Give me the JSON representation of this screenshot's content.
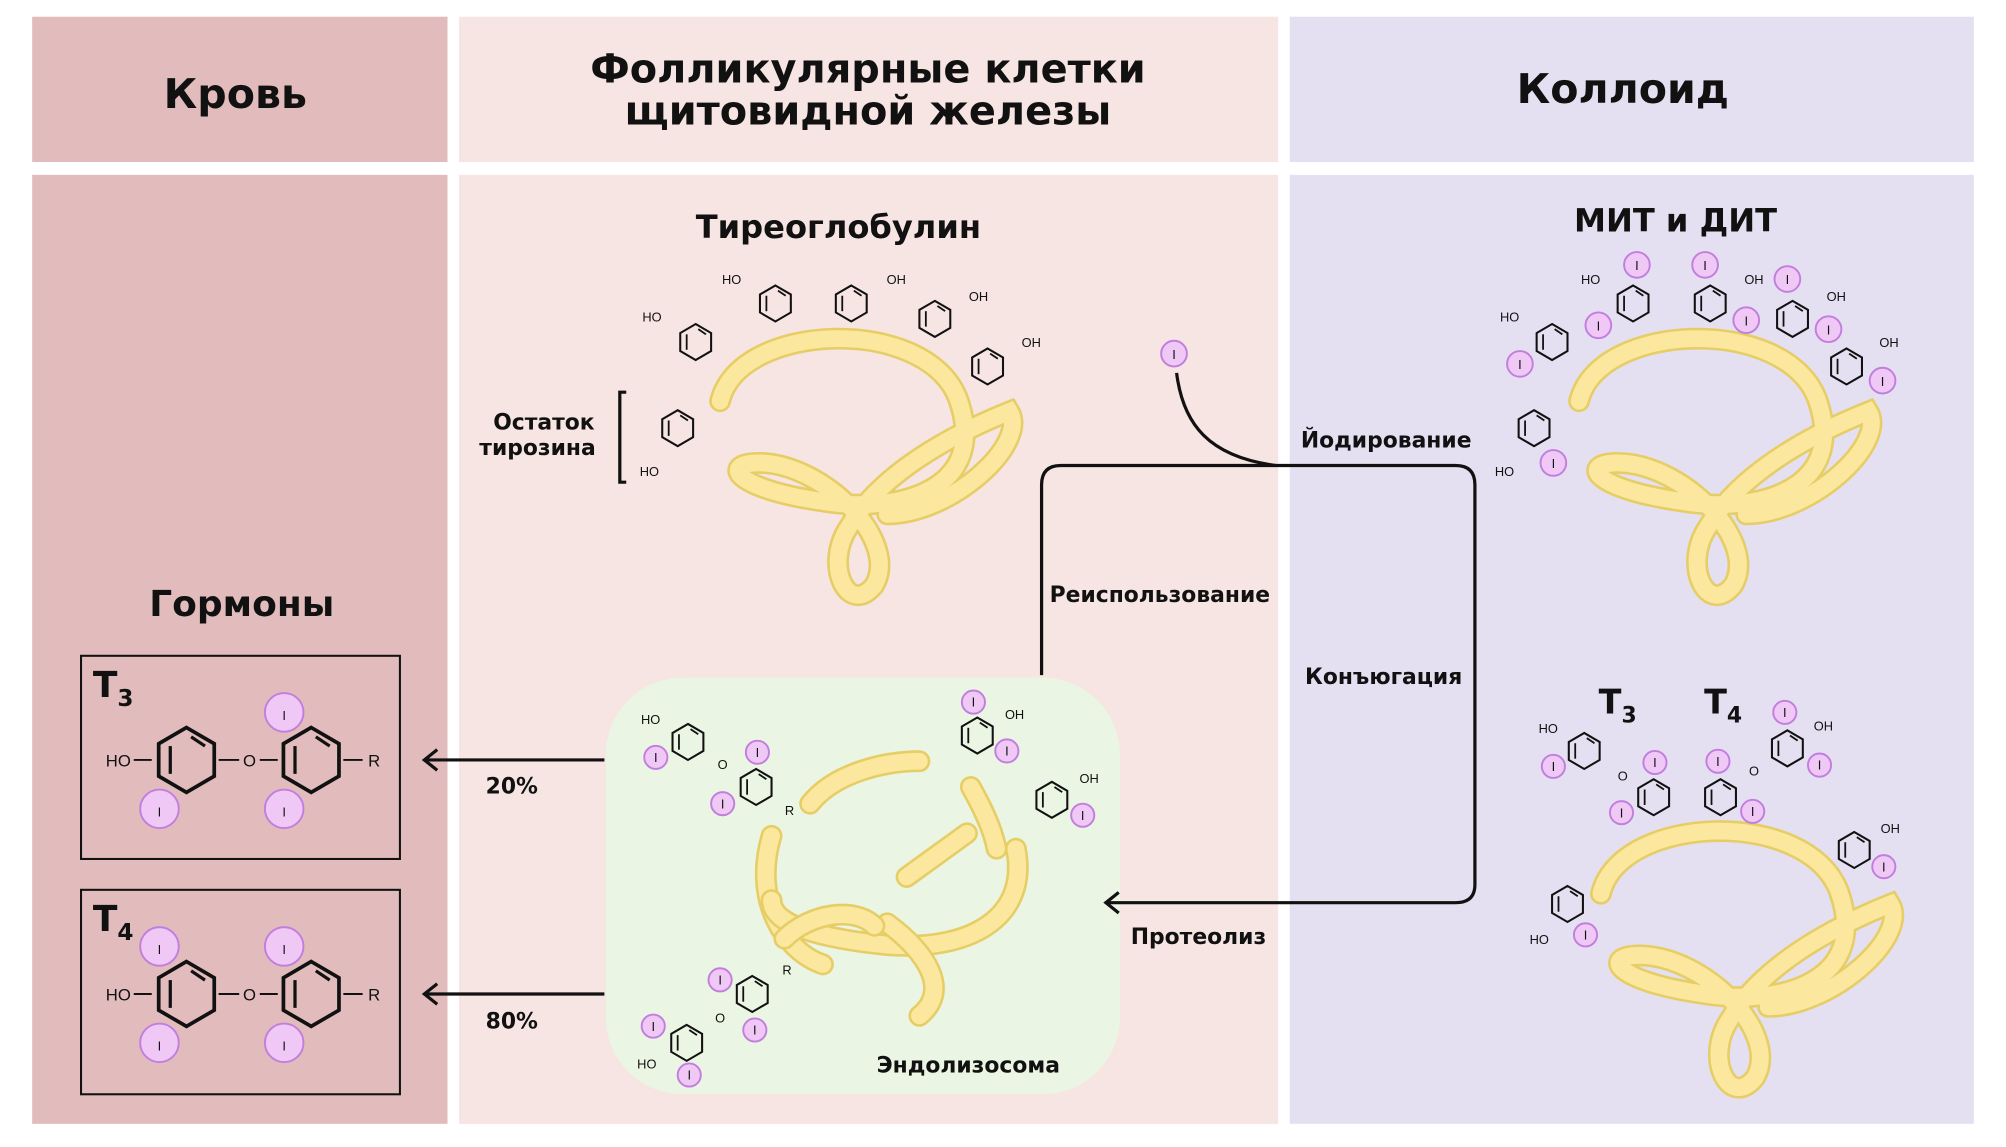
{
  "columns": {
    "blood": "Кровь",
    "follicular_line1": "Фолликулярные клетки",
    "follicular_line2": "щитовидной железы",
    "colloid": "Коллоид"
  },
  "labels": {
    "thyroglobulin": "Тиреоглобулин",
    "mit_dit": "МИТ и ДИТ",
    "hormones": "Гормоны",
    "tyrosine_line1": "Остаток",
    "tyrosine_line2": "тирозина",
    "iodination": "Йодирование",
    "reuse": "Реиспользование",
    "conjugation": "Конъюгация",
    "proteolysis": "Протеолиз",
    "endolysosome": "Эндолизосома",
    "pct_t3": "20%",
    "pct_t4": "80%",
    "t3": "T",
    "t3_sub": "3",
    "t4": "T",
    "t4_sub": "4"
  },
  "chem": {
    "iodine": "I",
    "ho": "HO",
    "oh": "OH",
    "r": "R",
    "o": "O"
  },
  "colors": {
    "blood": "#e2bcbc",
    "follicular": "#f6e5e2",
    "colloid": "#e4e0f1",
    "endolysosome": "#eaf5e3",
    "iodine_fill": "#efc8f5",
    "iodine_stroke": "#c27ede",
    "thyroglobulin": "#fbe89e"
  }
}
